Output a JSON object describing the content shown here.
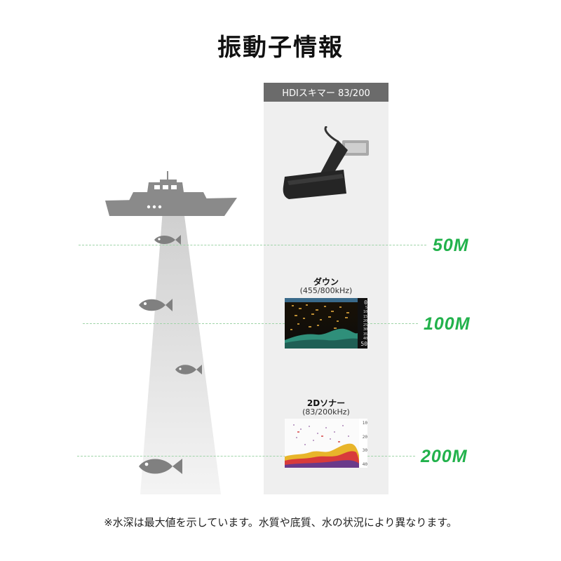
{
  "title": "振動子情報",
  "column_header": "HDIスキマー 83/200",
  "depths": [
    {
      "label": "50M"
    },
    {
      "label": "100M"
    },
    {
      "label": "200M"
    }
  ],
  "modes": [
    {
      "name": "ダウン",
      "frequency": "(455/800kHz)"
    },
    {
      "name": "2Dソナー",
      "frequency": "(83/200kHz)"
    }
  ],
  "down_scale": [
    "0",
    "5",
    "10",
    "15",
    "20",
    "25",
    "30",
    "35",
    "40",
    "50"
  ],
  "sonar_scale": [
    "10",
    "20",
    "30",
    "40"
  ],
  "footnote": "※水深は最大値を示しています。水質や底質、水の状況により異なります。",
  "colors": {
    "accent_green": "#22b24c",
    "header_gray": "#6b6b6b",
    "silhouette_gray": "#8a8a8a"
  }
}
